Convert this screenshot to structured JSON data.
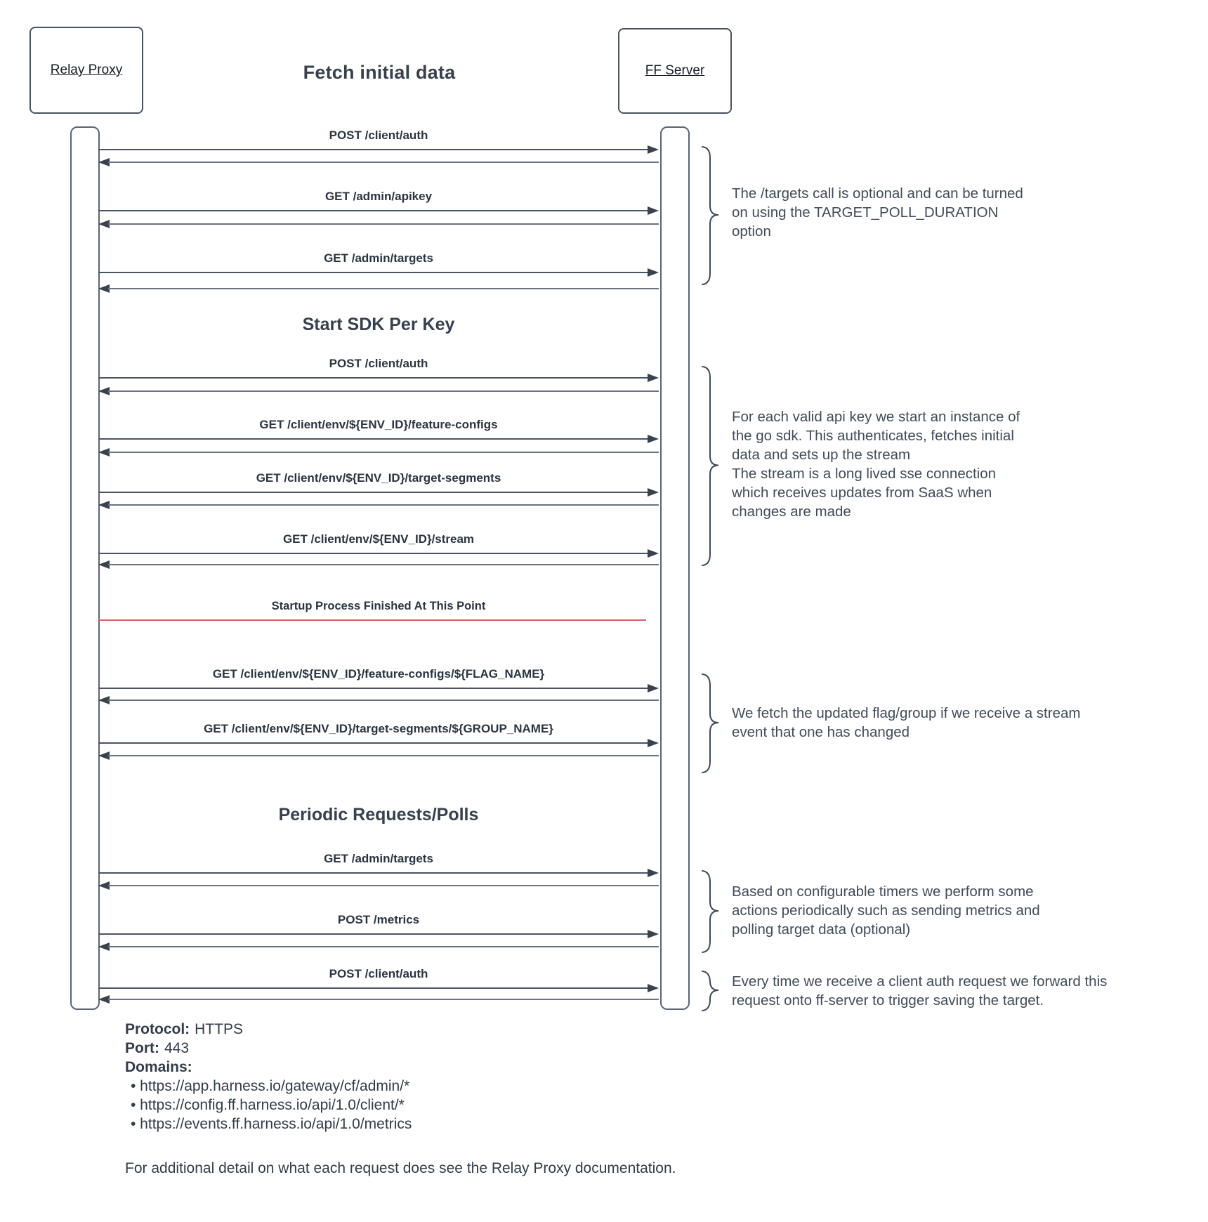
{
  "title": "Fetch initial data",
  "actors": {
    "relay": "Relay Proxy",
    "ff": "FF Server"
  },
  "sequence": {
    "items": [
      {
        "kind": "message",
        "label": "POST /client/auth"
      },
      {
        "kind": "message",
        "label": "GET /admin/apikey"
      },
      {
        "kind": "message",
        "label": "GET /admin/targets"
      },
      {
        "kind": "section",
        "label": "Start SDK Per Key"
      },
      {
        "kind": "message",
        "label": "POST /client/auth"
      },
      {
        "kind": "message",
        "label": "GET /client/env/${ENV_ID}/feature-configs"
      },
      {
        "kind": "message",
        "label": "GET /client/env/${ENV_ID}/target-segments"
      },
      {
        "kind": "message",
        "label": "GET /client/env/${ENV_ID}/stream"
      },
      {
        "kind": "separator",
        "label": "Startup Process Finished At This Point"
      },
      {
        "kind": "message",
        "label": "GET /client/env/${ENV_ID}/feature-configs/${FLAG_NAME}"
      },
      {
        "kind": "message",
        "label": "GET /client/env/${ENV_ID}/target-segments/${GROUP_NAME}"
      },
      {
        "kind": "section",
        "label": "Periodic Requests/Polls"
      },
      {
        "kind": "message",
        "label": "GET /admin/targets"
      },
      {
        "kind": "message",
        "label": "POST /metrics"
      },
      {
        "kind": "message",
        "label": "POST /client/auth"
      }
    ]
  },
  "annotations": [
    {
      "lines": [
        "The /targets call is optional and can be turned",
        "on using the TARGET_POLL_DURATION",
        "option"
      ]
    },
    {
      "lines": [
        "For each valid api key we start an instance of",
        "the go sdk. This authenticates, fetches initial",
        "data and sets up the stream",
        "The stream is a long lived sse connection",
        "which receives updates from SaaS when",
        "changes are made"
      ]
    },
    {
      "lines": [
        "We fetch the updated flag/group if we receive a stream",
        "event that one has changed"
      ]
    },
    {
      "lines": [
        "Based on configurable timers we perform some",
        "actions periodically such as sending metrics and",
        "polling target data (optional)"
      ]
    },
    {
      "lines": [
        "Every time we receive a client auth request we forward this",
        "request onto ff-server to trigger saving the target."
      ]
    }
  ],
  "footer": {
    "protocol_label": "Protocol:",
    "protocol_value": "HTTPS",
    "port_label": "Port:",
    "port_value": "443",
    "domains_label": "Domains:",
    "domains": [
      "https://app.harness.io/gateway/cf/admin/*",
      "https://config.ff.harness.io/api/1.0/client/*",
      "https://events.ff.harness.io/api/1.0/metrics"
    ],
    "note": "For additional detail on what each request does see the Relay Proxy documentation."
  },
  "colors": {
    "line": "#4a5363",
    "return_line": "#6b7280",
    "arrow_head": "#39424f",
    "separator_red": "#d75f5f",
    "brace": "#3f4857",
    "text": "#2f3947"
  }
}
